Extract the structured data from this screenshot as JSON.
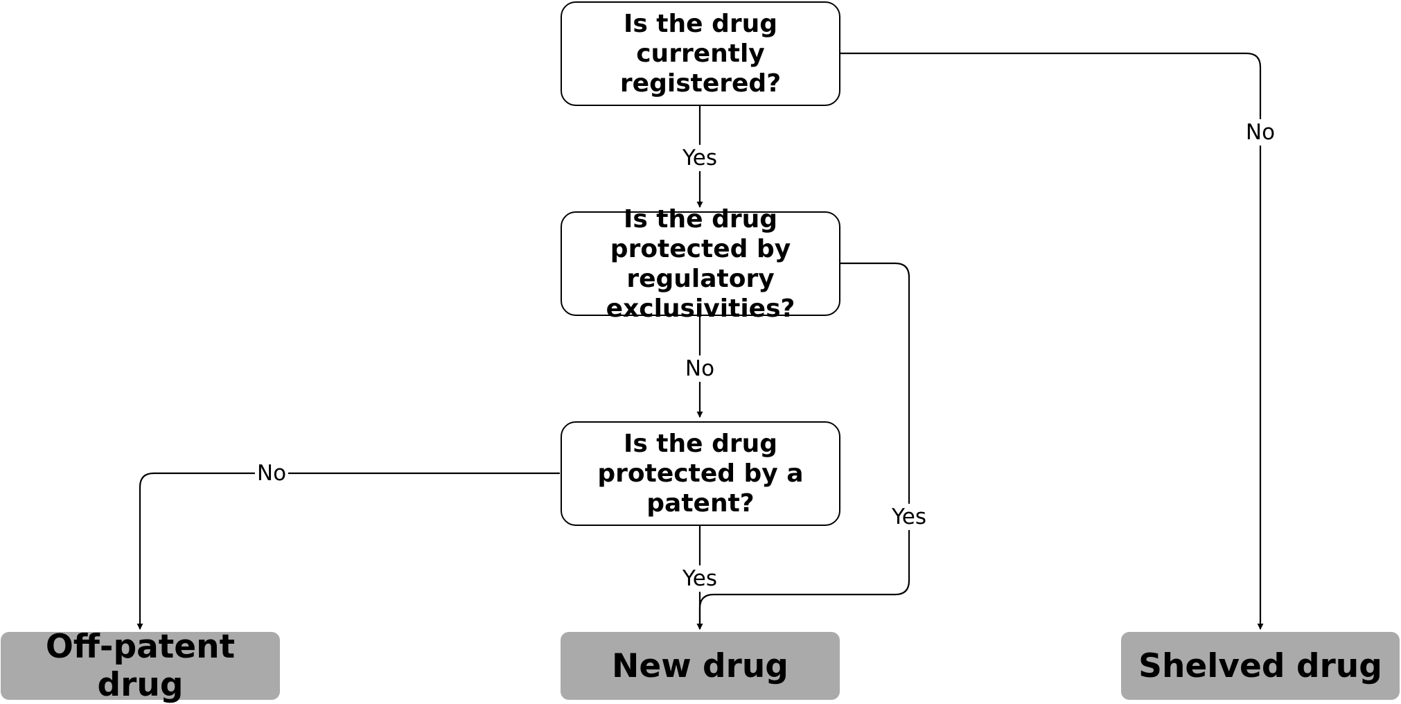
{
  "nodes": {
    "q_registered": "Is the drug currently registered?",
    "q_exclusivities": "Is the drug protected by regulatory exclusivities?",
    "q_patent": "Is the drug protected by a patent?",
    "t_off_patent": "Off-patent drug",
    "t_new": "New drug",
    "t_shelved": "Shelved drug"
  },
  "edges": {
    "registered_yes": "Yes",
    "registered_no": "No",
    "exclusivities_no": "No",
    "exclusivities_yes": "Yes",
    "patent_no": "No",
    "patent_yes": "Yes"
  },
  "colors": {
    "line": "#000000",
    "decision_fill": "#ffffff",
    "terminal_fill": "#aaaaaa"
  }
}
